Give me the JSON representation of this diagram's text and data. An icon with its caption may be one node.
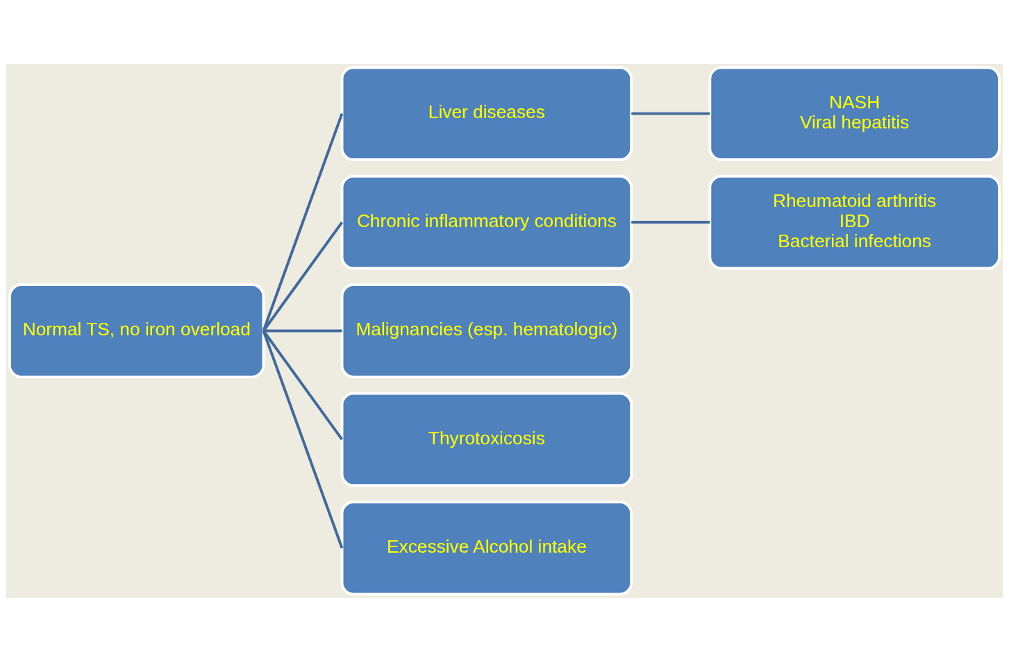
{
  "diagram": {
    "nodes": [
      {
        "text": [
          "Normal TS, no iron overload"
        ]
      },
      {
        "text": [
          "Liver diseases"
        ]
      },
      {
        "text": [
          "NASH",
          "Viral hepatitis"
        ]
      },
      {
        "text": [
          "Chronic inflammatory conditions"
        ]
      },
      {
        "text": [
          "Rheumatoid arthritis",
          "IBD",
          "Bacterial infections"
        ]
      },
      {
        "text": [
          "Malignancies (esp. hematologic)"
        ]
      },
      {
        "text": [
          "Thyrotoxicosis"
        ]
      },
      {
        "text": [
          "Excessive Alcohol intake"
        ]
      }
    ],
    "edges": [
      {
        "from": 0,
        "to": 1,
        "arrow": "none"
      },
      {
        "from": 0,
        "to": 3,
        "arrow": "none"
      },
      {
        "from": 0,
        "to": 5,
        "arrow": "none"
      },
      {
        "from": 0,
        "to": 6,
        "arrow": "none"
      },
      {
        "from": 0,
        "to": 7,
        "arrow": "none"
      },
      {
        "from": 1,
        "to": 2,
        "arrow": "none"
      },
      {
        "from": 3,
        "to": 4,
        "arrow": "none"
      }
    ]
  }
}
